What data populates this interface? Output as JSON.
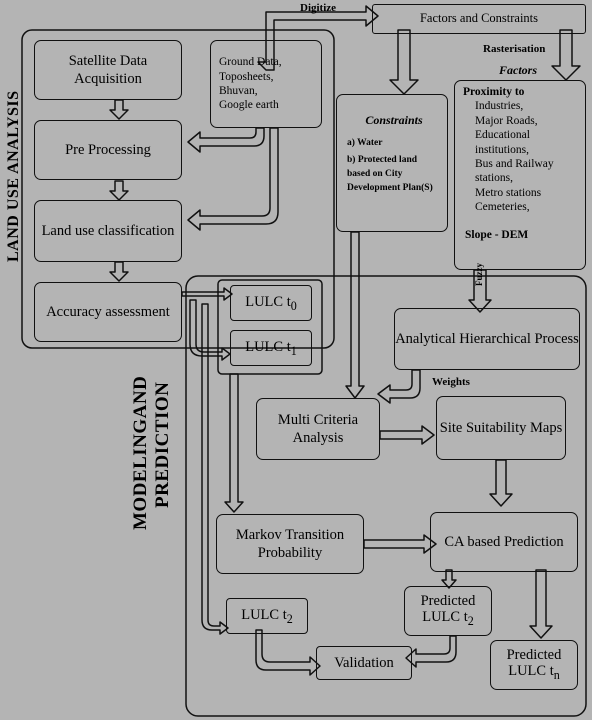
{
  "left_title": "LAND USE ANALYSIS",
  "model_title_1": "MODELINGAND",
  "model_title_2": "PREDICTION",
  "boxes": {
    "satellite": "Satellite Data Acquisition",
    "preprocessing": "Pre Processing",
    "classification": "Land use classification",
    "accuracy": "Accuracy assessment",
    "ground_data": [
      "Ground Data,",
      "Toposheets,",
      "Bhuvan,",
      "Google earth"
    ],
    "factors_constraints": "Factors and Constraints",
    "lulc_t0": "LULC t",
    "lulc_t0_sub": "0",
    "lulc_t1": "LULC t",
    "lulc_t1_sub": "1",
    "ahp": "Analytical Hierarchical Process",
    "mca": "Multi Criteria Analysis",
    "ssm": "Site Suitability Maps",
    "markov": "Markov Transition Probability",
    "ca": "CA based Prediction",
    "lulc_t2": "LULC t",
    "lulc_t2_sub": "2",
    "predicted_t2": "Predicted",
    "predicted_t2_line2": "LULC t",
    "predicted_t2_sub": "2",
    "validation": "Validation",
    "predicted_tn": "Predicted",
    "predicted_tn_line2": "LULC t",
    "predicted_tn_sub": "n"
  },
  "constraints": {
    "title": "Constraints",
    "items": [
      "a)  Water",
      "b)  Protected land based on City Development Plan(S)"
    ]
  },
  "factors": {
    "title": "Factors",
    "heading": "Proximity to",
    "items": [
      "Industries,",
      "Major Roads,",
      "Educational institutions,",
      "Bus and Railway stations,",
      "Metro stations",
      "Cemeteries,"
    ],
    "footer": "Slope - DEM"
  },
  "labels": {
    "digitize": "Digitize",
    "rasterisation": "Rasterisation",
    "fuzzy": "Fuzzy",
    "weights": "Weights"
  }
}
